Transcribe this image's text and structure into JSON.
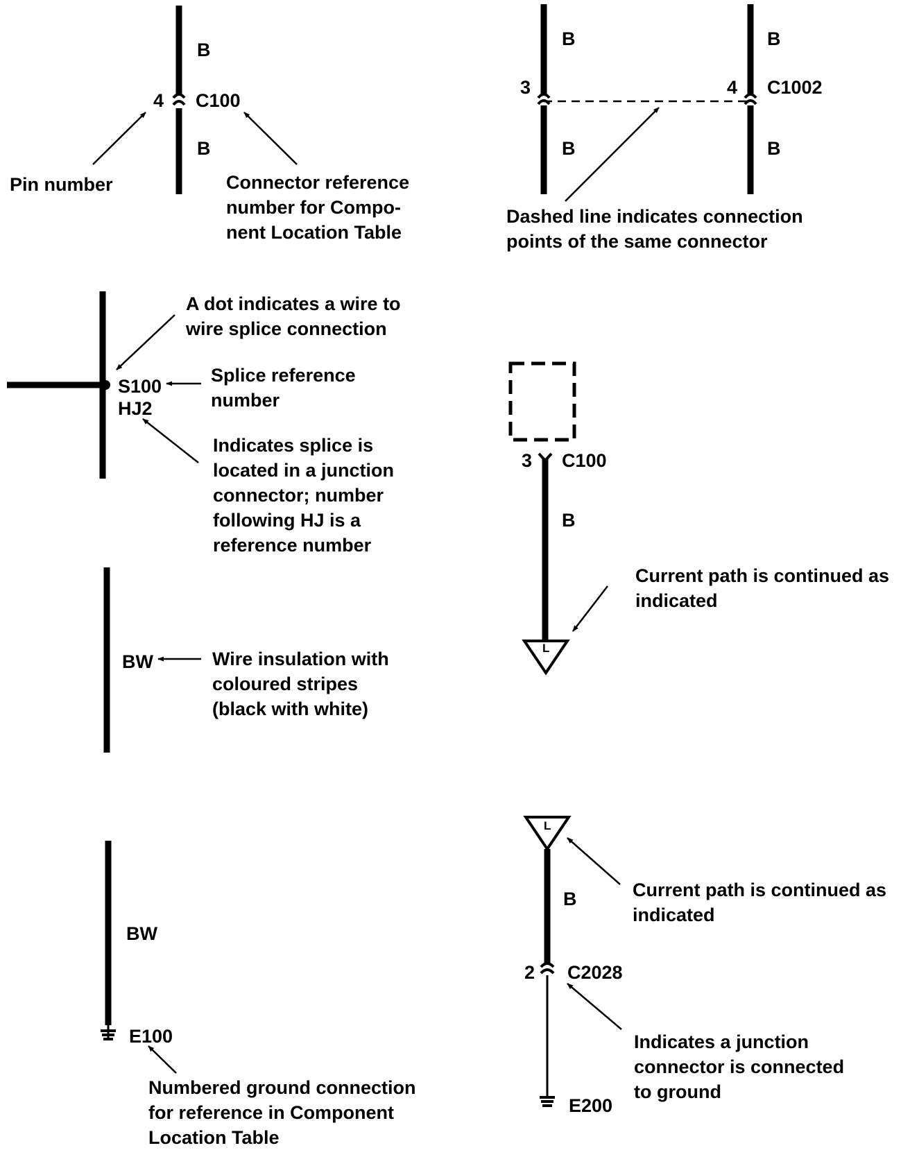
{
  "connector_example": {
    "wire_color_top": "B",
    "wire_color_bottom": "B",
    "pin_number": "4",
    "connector_ref": "C100",
    "pin_caption": "Pin number",
    "connector_caption": "Connector reference\nnumber for Compo-\nnent Location Table"
  },
  "dashed_example": {
    "left_wire_top": "B",
    "left_wire_bottom": "B",
    "left_pin": "3",
    "right_wire_top": "B",
    "right_wire_bottom": "B",
    "right_pin": "4",
    "connector_ref": "C1002",
    "caption": "Dashed line indicates connection\npoints of the same connector"
  },
  "splice_example": {
    "dot_caption": "A dot indicates a wire to\nwire splice connection",
    "splice_ref": "S100",
    "junction_ref": "HJ2",
    "splice_caption": "Splice reference\nnumber",
    "junction_caption": "Indicates splice is\nlocated in a junction\nconnector; number\nfollowing HJ is a\nreference number"
  },
  "continued_top_example": {
    "pin": "3",
    "connector_ref": "C100",
    "wire_color": "B",
    "triangle_letter": "L",
    "caption": "Current path is continued as\nindicated"
  },
  "stripe_example": {
    "wire_color": "BW",
    "caption": "Wire insulation with\ncoloured stripes\n(black with white)"
  },
  "ground_example": {
    "wire_color": "BW",
    "ground_ref": "E100",
    "caption": "Numbered ground connection\nfor reference in Component\nLocation Table"
  },
  "continued_bottom_example": {
    "triangle_letter": "L",
    "wire_color": "B",
    "caption": "Current path is continued as\nindicated",
    "pin": "2",
    "connector_ref": "C2028",
    "junction_caption": "Indicates a junction\nconnector is connected\nto ground",
    "ground_ref": "E200"
  }
}
